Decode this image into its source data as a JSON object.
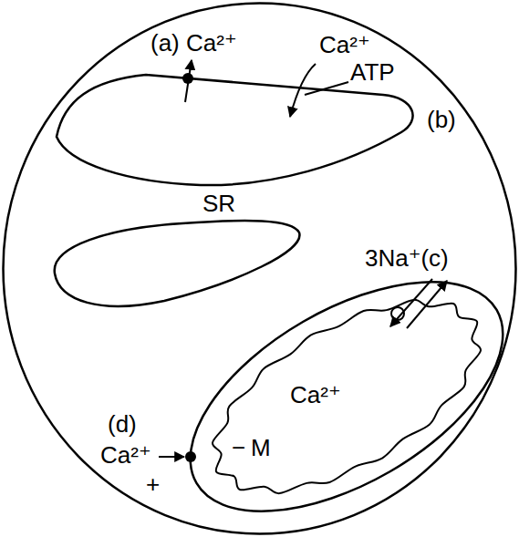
{
  "diagram": {
    "nodes": [
      {
        "text": [
          "+"
        ]
      },
      {
        "text": [
          "SR"
        ],
        "in": 0
      },
      {
        "text": [
          "−",
          "M",
          "Ca²⁺"
        ],
        "in": 0
      }
    ],
    "labels": [
      "(a) Ca²⁺",
      "Ca²⁺",
      "ATP",
      "(b)",
      "3Na⁺(c)",
      "(d)",
      "Ca²⁺"
    ]
  }
}
